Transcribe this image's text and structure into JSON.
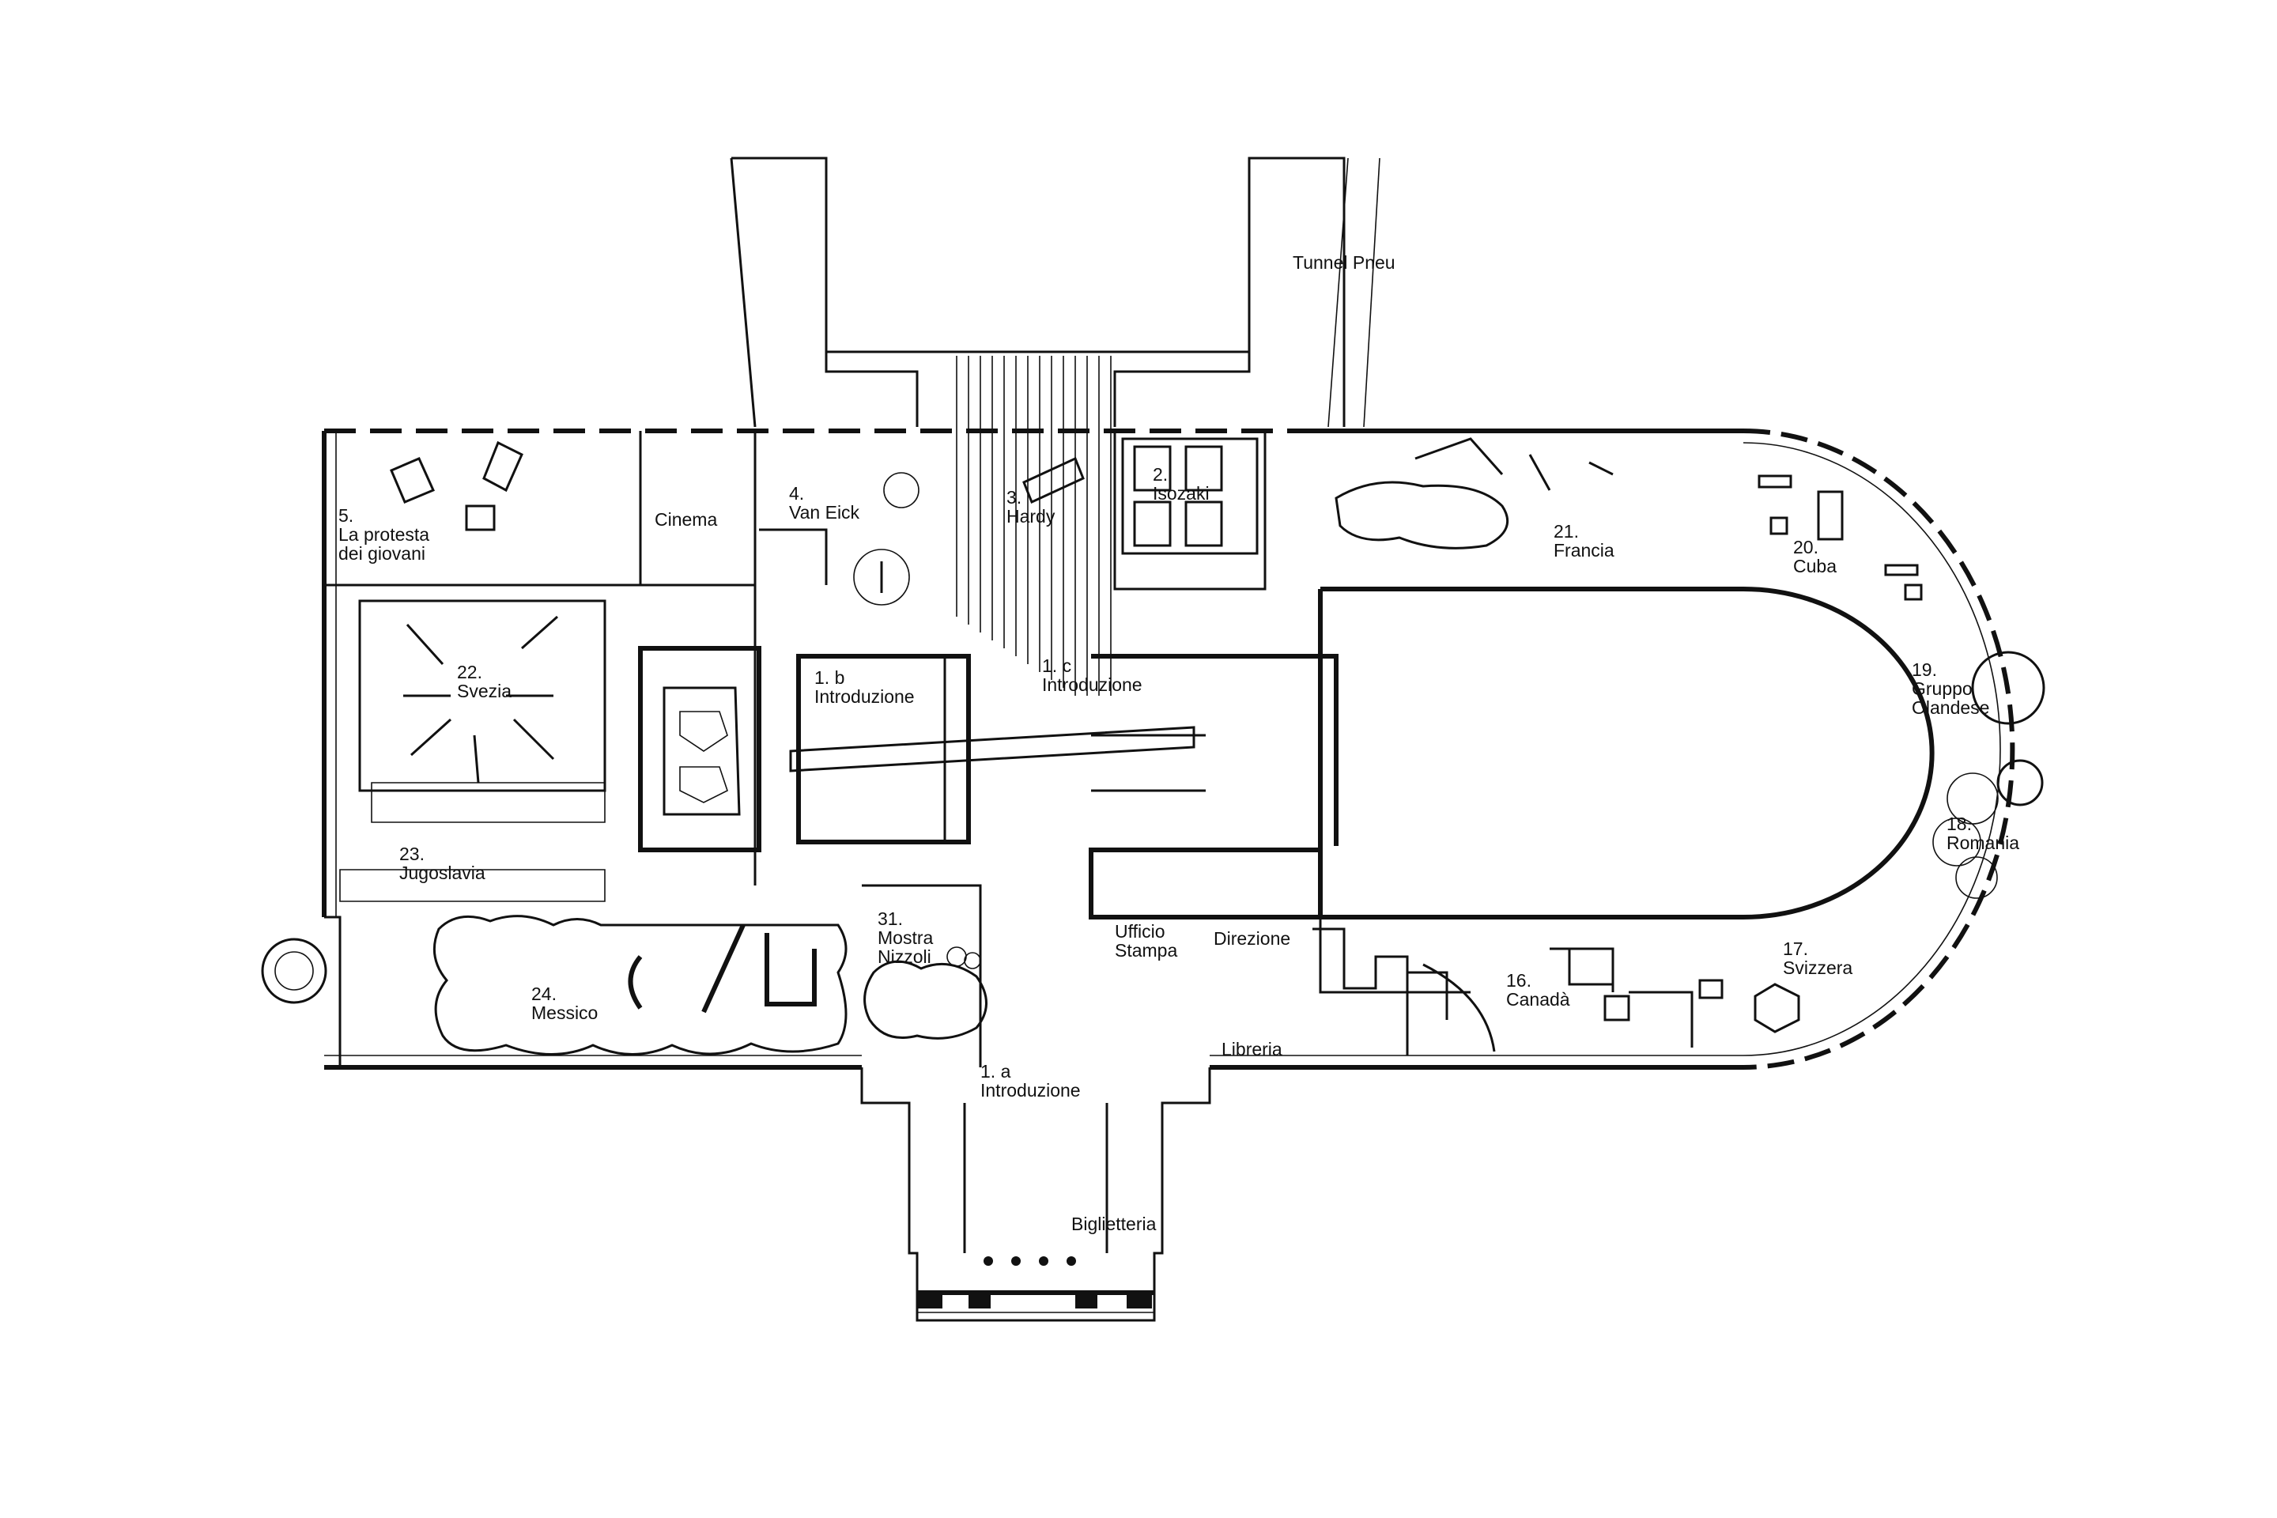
{
  "labels": {
    "tunnel": "Tunnel Pneu",
    "protesta_num": "5.",
    "protesta_1": "La protesta",
    "protesta_2": "dei giovani",
    "cinema": "Cinema",
    "vaneick_num": "4.",
    "vaneick": "Van Eick",
    "hardy_num": "3.",
    "hardy": "Hardy",
    "isozaki_num": "2.",
    "isozaki": "Isozaki",
    "francia_num": "21.",
    "francia": "Francia",
    "cuba_num": "20.",
    "cuba": "Cuba",
    "svezia_num": "22.",
    "svezia": "Svezia",
    "intro_b_num": "1. b",
    "intro_b": "Introduzione",
    "intro_c_num": "1. c",
    "intro_c": "Introduzione",
    "olandese_num": "19.",
    "olandese_1": "Gruppo",
    "olandese_2": "Olandese",
    "romania_num": "18.",
    "romania": "Romania",
    "jugoslavia_num": "23.",
    "jugoslavia": "Jugoslavia",
    "nizzoli_num": "31.",
    "nizzoli_1": "Mostra",
    "nizzoli_2": "Nizzoli",
    "ufficio_1": "Ufficio",
    "ufficio_2": "Stampa",
    "direzione": "Direzione",
    "svizzera_num": "17.",
    "svizzera": "Svizzera",
    "messico_num": "24.",
    "messico": "Messico",
    "canada_num": "16.",
    "canada": "Canadà",
    "libreria": "Libreria",
    "intro_a_num": "1. a",
    "intro_a": "Introduzione",
    "biglietteria": "Biglietteria"
  },
  "colors": {
    "ink": "#111111",
    "paper": "#ffffff"
  }
}
